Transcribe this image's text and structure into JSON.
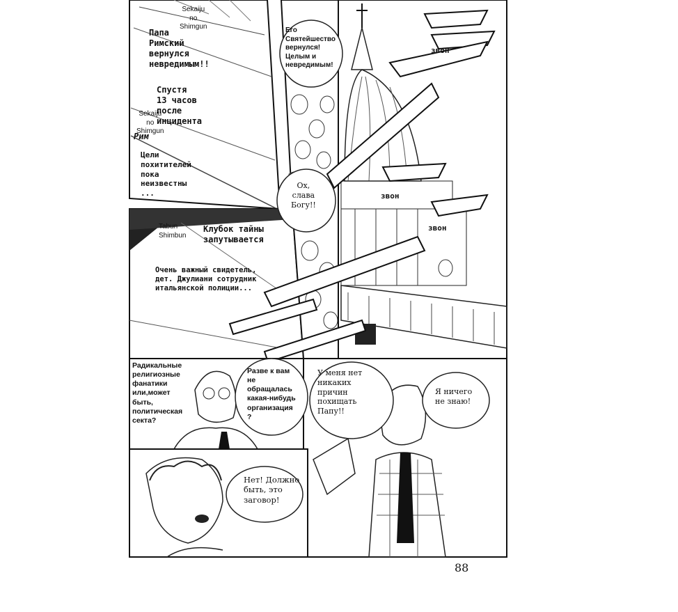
{
  "page_number": "88",
  "panel_top_left": {
    "newspaper_1": "Sekaiju\nno\nShimgun",
    "headline_1": "Папа\n  Римский\n    вернулся\n      невредимым!!",
    "headline_2": "Спустя\n  13 часов\n    после\n      инцидента",
    "newspaper_2": "Sekaiju\nno\nShimgun",
    "city": "Рим",
    "headline_3": "Цели\n похитителей\n     пока\n      неизвестны\n            ..."
  },
  "panel_mid_left": {
    "newspaper": "Tabun\nShimbun",
    "headline": "Клубок тайны\n  запутывается",
    "body": "Очень важный свидетель,\nдет. Джулиани сотрудник\nитальянской полиции..."
  },
  "panel_crowd": {
    "speech_1": "Его\nСвятейшество\nвернулся!\nЦелым и\nневредимым!",
    "speech_2": "Ох,\nслава\nБогу!!"
  },
  "sound_effects": {
    "sfx_1": "звон",
    "sfx_2": "звон",
    "sfx_3": "звон"
  },
  "panel_glasses_man": {
    "caption": "Радикальные\nрелигиозные\nфанатики\nили,может\nбыть,\nполитическая\nсекта?",
    "speech": "Разве к вам\nне\nобращалась\nкакая-нибудь\nорганизация\n?"
  },
  "panel_vest_man": {
    "speech_1": "У меня нет\nникаких\nпричин\nпохищать\nПапу!!",
    "speech_2": "Я ничего\nне знаю!"
  },
  "panel_curly_man": {
    "speech": "Нет! Должно\nбыть, это\nзаговор!"
  }
}
